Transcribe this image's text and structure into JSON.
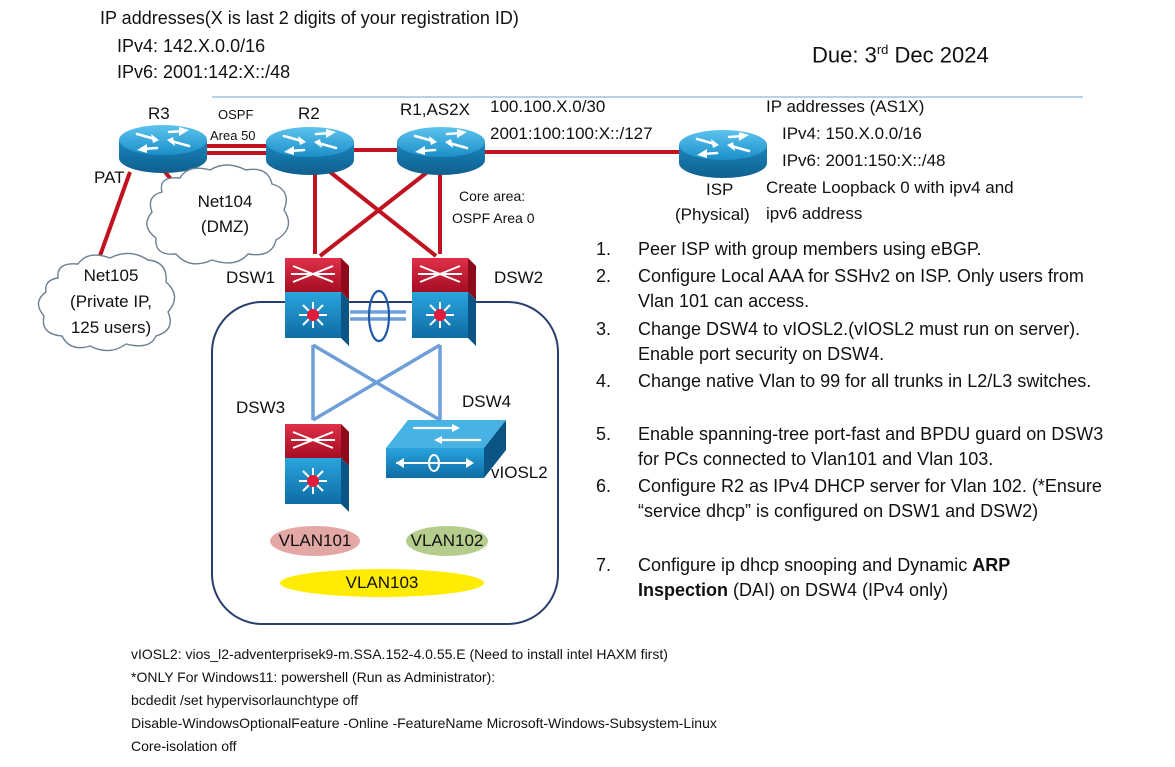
{
  "header": {
    "ip_title": "IP addresses(X is last 2 digits of your registration ID)",
    "ipv4": "IPv4: 142.X.0.0/16",
    "ipv6": "IPv6: 2001:142:X::/48",
    "due_prefix": "Due: 3",
    "due_sup": "rd",
    "due_suffix": " Dec 2024"
  },
  "devices": {
    "r3": "R3",
    "r2": "R2",
    "r1": "R1,AS2X",
    "isp": "ISP",
    "isp_physical": "(Physical)",
    "dsw1": "DSW1",
    "dsw2": "DSW2",
    "dsw3": "DSW3",
    "dsw4": "DSW4",
    "viosl2": "vIOSL2"
  },
  "labels": {
    "ospf": "OSPF",
    "area50": "Area 50",
    "pat": "PAT",
    "link_v4": "100.100.X.0/30",
    "link_v6": "2001:100:100:X::/127",
    "core_area": "Core area:",
    "ospf_area0": "OSPF Area 0"
  },
  "clouds": {
    "net104_line1": "Net104",
    "net104_line2": "(DMZ)",
    "net105_line1": "Net105",
    "net105_line2": "(Private IP,",
    "net105_line3": "125 users)"
  },
  "vlans": {
    "vlan101": "VLAN101",
    "vlan102": "VLAN102",
    "vlan103": "VLAN103"
  },
  "isp_info": {
    "title": "IP addresses (AS1X)",
    "ipv4": "IPv4: 150.X.0.0/16",
    "ipv6": "IPv6: 2001:150:X::/48",
    "loopback1": "Create Loopback 0 with ipv4 and",
    "loopback2": "ipv6 address"
  },
  "tasks": [
    {
      "num": "1.",
      "text": "Peer ISP with group members using eBGP."
    },
    {
      "num": "2.",
      "text": "Configure Local AAA for SSHv2 on ISP. Only users from Vlan 101 can access."
    },
    {
      "num": "3.",
      "text": "Change DSW4 to vIOSL2.(vIOSL2 must run on server). Enable port security on DSW4."
    },
    {
      "num": "4.",
      "text": "Change native Vlan to 99 for all trunks in L2/L3 switches."
    },
    {
      "num": "5.",
      "text": "Enable spanning-tree port-fast and BPDU guard on DSW3 for PCs connected to Vlan101 and Vlan 103."
    },
    {
      "num": "6.",
      "text": "Configure R2 as IPv4 DHCP server for Vlan 102. (*Ensure “service dhcp” is configured on DSW1 and DSW2)"
    },
    {
      "num": "7.",
      "text_pre": "Configure ip dhcp snooping and Dynamic ",
      "text_bold1": "ARP",
      "text_bold2": "Inspection",
      "text_post": " (DAI) on DSW4 (IPv4 only)"
    }
  ],
  "notes": [
    "vIOSL2: vios_l2-adventerprisek9-m.SSA.152-4.0.55.E  (Need to install intel HAXM first)",
    "*ONLY For Windows11: powershell (Run as Administrator):",
    "bcdedit /set hypervisorlaunchtype off",
    "Disable-WindowsOptionalFeature -Online -FeatureName Microsoft-Windows-Subsystem-Linux",
    "Core-isolation off"
  ],
  "colors": {
    "link_red": "#c0121f",
    "router_blue": "#1b8fc9",
    "switch_red": "#c8102e",
    "lan_link_blue": "#6f9fd8",
    "vlan101": "#e3a7a6",
    "vlan102": "#b4cc8c",
    "vlan103": "#ffec00"
  }
}
